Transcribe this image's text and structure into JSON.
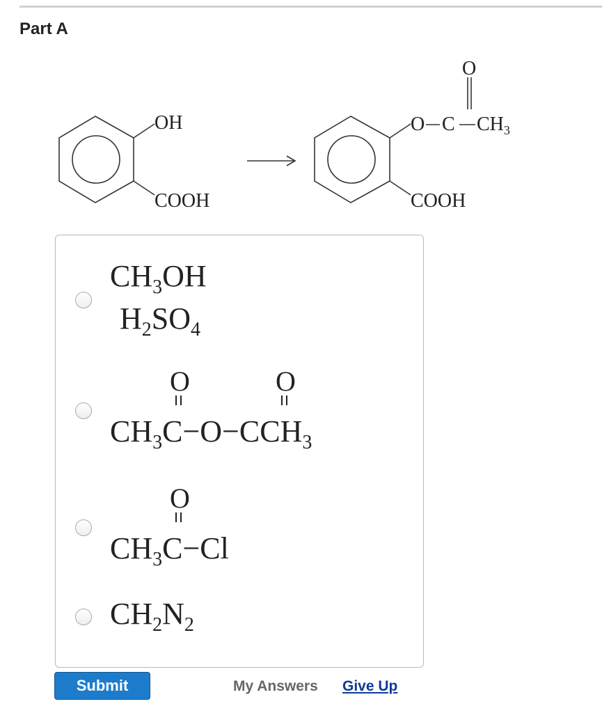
{
  "part_title": "Part A",
  "reaction": {
    "reactant": {
      "top": "OH",
      "bottom": "COOH"
    },
    "product": {
      "ester_o": "O",
      "carbonyl_c": "C",
      "carbonyl_o": "O",
      "methyl": "CH",
      "methyl_sub": "3",
      "bottom": "COOH"
    }
  },
  "options": [
    {
      "line1": "CH",
      "line1_sub": "3",
      "line1_end": "OH",
      "line2": "H",
      "line2_sub": "2",
      "line2_mid": "SO",
      "line2_sub2": "4"
    },
    {
      "o1": "O",
      "o2": "O",
      "a": "CH",
      "a_sub": "3",
      "b": "C−O−CCH",
      "b_sub": "3"
    },
    {
      "o1": "O",
      "a": "CH",
      "a_sub": "3",
      "b": "C−Cl"
    },
    {
      "a": "CH",
      "a_sub": "2",
      "b": "N",
      "b_sub": "2"
    }
  ],
  "buttons": {
    "submit": "Submit",
    "my_answers": "My Answers",
    "give_up": "Give Up"
  }
}
